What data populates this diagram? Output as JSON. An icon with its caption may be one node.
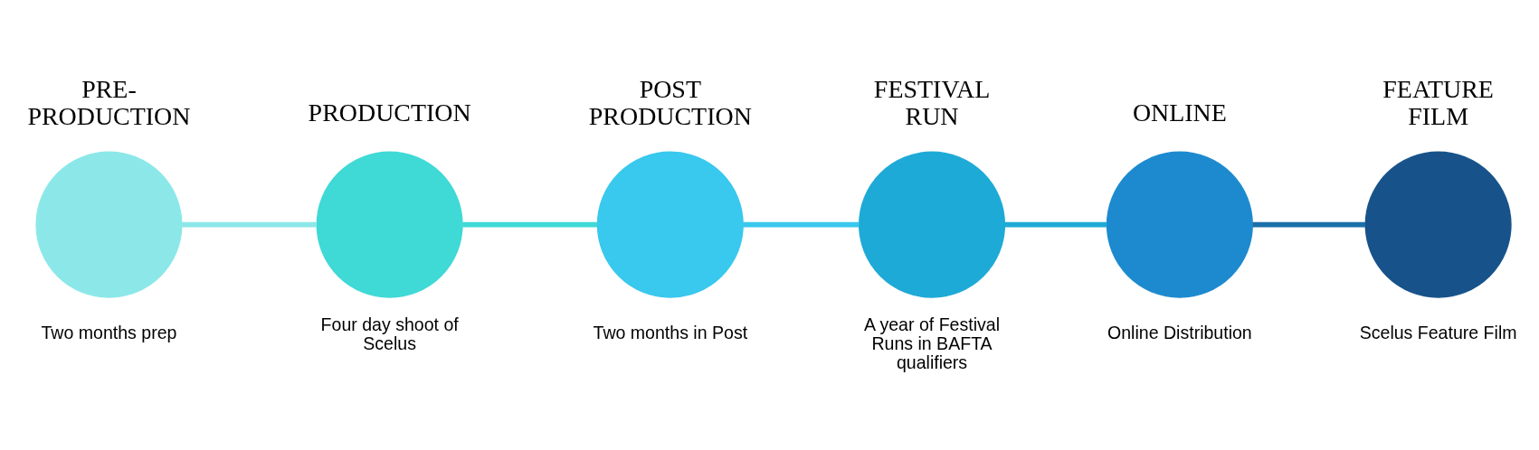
{
  "diagram": {
    "nodes": [
      {
        "text": [
          "PRE- PRODUCTION"
        ],
        "beside": [
          "Two months prep"
        ]
      },
      {
        "text": [
          "PRODUCTION"
        ],
        "beside": [
          "Four day shoot of Scelus"
        ]
      },
      {
        "text": [
          "POST PRODUCTION"
        ],
        "beside": [
          "Two months in Post"
        ]
      },
      {
        "text": [
          "FESTIVAL RUN"
        ],
        "beside": [
          "A year of Festival Runs in BAFTA qualifiers"
        ]
      },
      {
        "text": [
          "ONLINE"
        ],
        "beside": [
          "Online Distribution"
        ]
      },
      {
        "text": [
          "FEATURE FILM"
        ],
        "beside": [
          "Scelus Feature Film"
        ]
      }
    ],
    "edges": [
      {
        "from": 0,
        "to": 1,
        "arrow": "none",
        "color": "#8ce8e8"
      },
      {
        "from": 1,
        "to": 2,
        "arrow": "none",
        "color": "#3fd9d6"
      },
      {
        "from": 2,
        "to": 3,
        "arrow": "none",
        "color": "#39c8ee"
      },
      {
        "from": 3,
        "to": 4,
        "arrow": "none",
        "color": "#1eaad6"
      },
      {
        "from": 4,
        "to": 5,
        "arrow": "none",
        "color": "#1b6fa8"
      }
    ]
  }
}
